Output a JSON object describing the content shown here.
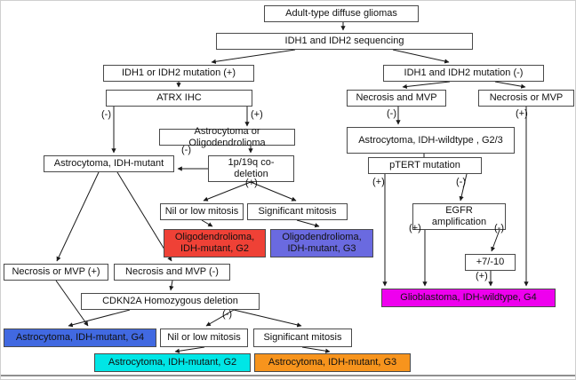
{
  "diagram": {
    "nodes": {
      "adult_gliomas": {
        "label": "Adult-type diffuse gliomas"
      },
      "idh_sequencing": {
        "label": "IDH1 and IDH2 sequencing"
      },
      "idh_mut_pos": {
        "label": "IDH1 or IDH2 mutation (+)"
      },
      "idh_mut_neg": {
        "label": "IDH1 and IDH2 mutation (-)"
      },
      "atrx_ihc": {
        "label": "ATRX IHC"
      },
      "necrosis_and_mvp": {
        "label": "Necrosis and MVP"
      },
      "necrosis_or_mvp": {
        "label": "Necrosis or MVP"
      },
      "astro_or_oligo": {
        "label": "Astrocytoma or Oligodendrolioma"
      },
      "astro_idh_wt_g23": {
        "label": "Astrocytoma, IDH-wildtype , G2/3"
      },
      "astro_idh_mutant": {
        "label": "Astrocytoma, IDH-mutant"
      },
      "codeletion": {
        "label": "1p/19q co-deletion"
      },
      "ptert": {
        "label": "pTERT mutation"
      },
      "nil_mitosis_1": {
        "label": "Nil or low mitosis"
      },
      "sig_mitosis_1": {
        "label": "Significant mitosis"
      },
      "oligo_g2": {
        "label": "Oligodendrolioma, IDH-mutant, G2"
      },
      "oligo_g3": {
        "label": "Oligodendrolioma, IDH-mutant, G3"
      },
      "egfr": {
        "label": "EGFR amplification"
      },
      "chr7_10": {
        "label": "+7/-10"
      },
      "necrosis_or_mvp_pos": {
        "label": "Necrosis or MVP (+)"
      },
      "necrosis_and_mvp_neg": {
        "label": "Necrosis and MVP (-)"
      },
      "cdkn2a": {
        "label": "CDKN2A Homozygous deletion"
      },
      "glioblastoma": {
        "label": "Glioblastoma, IDH-wildtype, G4"
      },
      "astro_g4": {
        "label": "Astrocytoma, IDH-mutant, G4"
      },
      "nil_mitosis_2": {
        "label": "Nil or low mitosis"
      },
      "sig_mitosis_2": {
        "label": "Significant mitosis"
      },
      "astro_g2": {
        "label": "Astrocytoma, IDH-mutant, G2"
      },
      "astro_g3": {
        "label": "Astrocytoma, IDH-mutant, G3"
      }
    },
    "edge_labels": {
      "atrx_neg": "(-)",
      "atrx_pos": "(+)",
      "nec_and_mvp_neg": "(-)",
      "nec_or_mvp_pos": "(+)",
      "codel_neg": "(-)",
      "codel_pos": "(+)",
      "ptert_pos": "(+)",
      "ptert_neg": "(-)",
      "egfr_pos": "(+)",
      "egfr_neg": "(-)",
      "chr7_10_pos": "(+)",
      "cdkn2a_neg": "(-)"
    },
    "colors": {
      "oligo_g2": "#ef4136",
      "oligo_g3": "#6a6ae0",
      "glioblastoma": "#ee00ee",
      "astro_g4": "#4169e1",
      "astro_g2": "#00e6e6",
      "astro_g3": "#f7941d"
    }
  }
}
